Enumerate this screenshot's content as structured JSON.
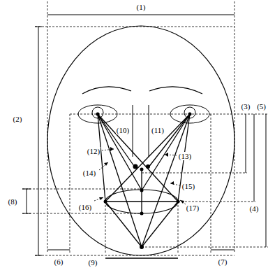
{
  "diagram": {
    "labels": [
      "(1)",
      "(2)",
      "(3)",
      "(4)",
      "(5)",
      "(6)",
      "(7)",
      "(8)",
      "(9)",
      "(10)",
      "(11)",
      "(12)",
      "(13)",
      "(14)",
      "(15)",
      "(16)",
      "(17)"
    ]
  }
}
